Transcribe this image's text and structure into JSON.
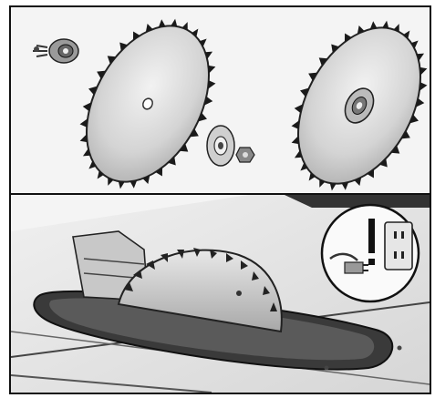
{
  "illustration": {
    "panels": [
      {
        "id": "blade-assembly",
        "items": [
          "flange-nut",
          "saw-blade",
          "outer-flange",
          "arbor-nut",
          "assembled-blade"
        ]
      },
      {
        "id": "table-saw",
        "items": [
          "saw-table",
          "throat-plate",
          "blade",
          "riving-knife",
          "warning-inset"
        ]
      }
    ],
    "icons": [
      "saw-blade-icon",
      "warning-exclamation-icon",
      "power-outlet-icon",
      "plug-icon"
    ],
    "colors": {
      "ink": "#1a1a1a",
      "metal": "#cfcfcf",
      "table": "#e6e6e6",
      "shadow": "#555555"
    }
  }
}
